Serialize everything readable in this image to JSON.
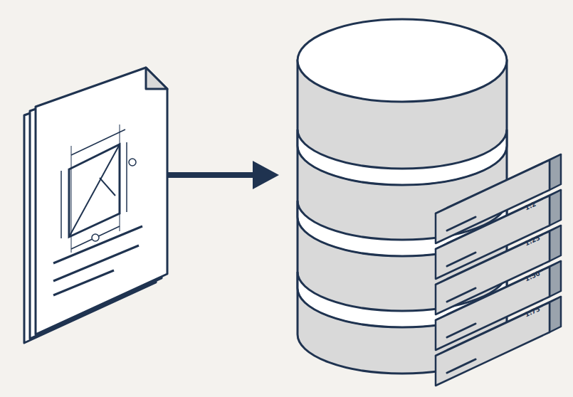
{
  "diagram": {
    "labels": [
      "1:2",
      "1:25",
      "1:50",
      "1:75"
    ]
  }
}
